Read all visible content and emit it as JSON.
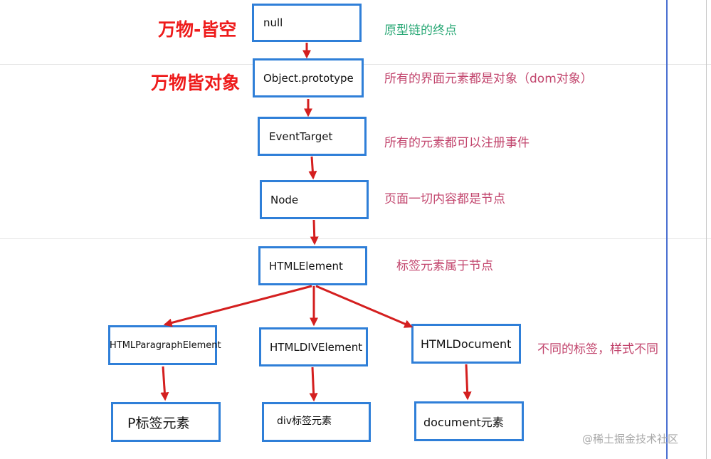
{
  "colors": {
    "box_border": "#2f7fd8",
    "arrow": "#d41f1f",
    "big_label": "#ee1b1b",
    "note_pink": "#c2456d",
    "note_green": "#2aa876"
  },
  "labels": {
    "everything_empty": "万物-皆空",
    "everything_object": "万物皆对象"
  },
  "nodes": {
    "null": "null",
    "object_prototype": "Object.prototype",
    "event_target": "EventTarget",
    "node": "Node",
    "html_element": "HTMLElement",
    "html_paragraph_element": "HTMLParagraphElement",
    "html_div_element": "HTMLDIVElement",
    "html_document": "HTMLDocument",
    "p_element": "P标签元素",
    "div_element": "div标签元素",
    "document_element": "document元素"
  },
  "notes": {
    "null": "原型链的终点",
    "object_prototype": "所有的界面元素都是对象（dom对象）",
    "event_target": "所有的元素都可以注册事件",
    "node": "页面一切内容都是节点",
    "html_element": "标签元素属于节点",
    "html_document": "不同的标签，样式不同"
  },
  "watermark": "@稀土掘金技术社区"
}
